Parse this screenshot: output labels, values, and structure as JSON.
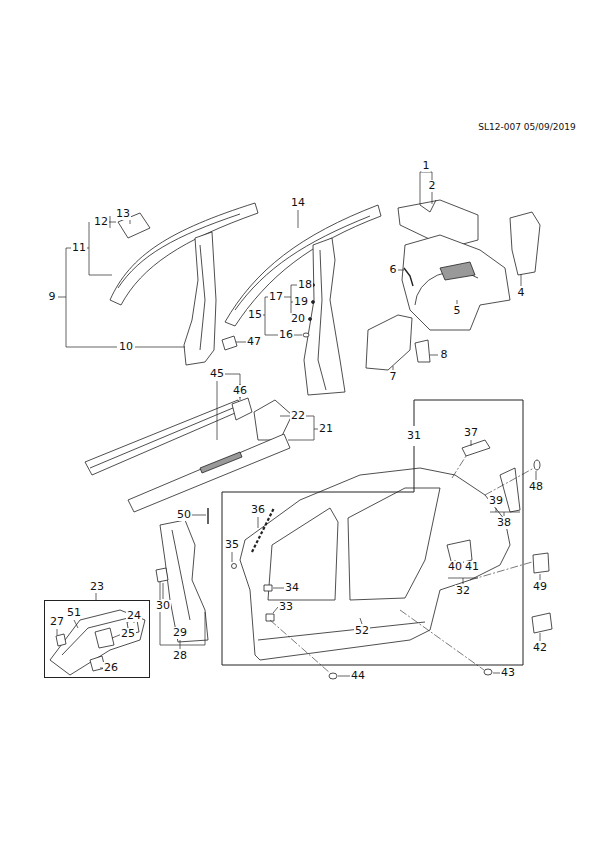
{
  "diagram": {
    "nodes": [
      {
        "text": [
          "31"
        ]
      },
      {
        "text": [
          "23"
        ]
      }
    ],
    "labels": [
      "SL12-007 05/09/2019",
      "1",
      "2",
      "13",
      "12",
      "14",
      "11",
      "9",
      "6",
      "4",
      "18",
      "19",
      "17",
      "20",
      "15",
      "16",
      "5",
      "10",
      "47",
      "7",
      "8",
      "45",
      "46",
      "22",
      "21",
      "37",
      "48",
      "39",
      "38",
      "36",
      "50",
      "35",
      "40",
      "41",
      "32",
      "49",
      "34",
      "30",
      "51",
      "27",
      "24",
      "25",
      "29",
      "33",
      "28",
      "52",
      "26",
      "42",
      "44",
      "43"
    ]
  }
}
